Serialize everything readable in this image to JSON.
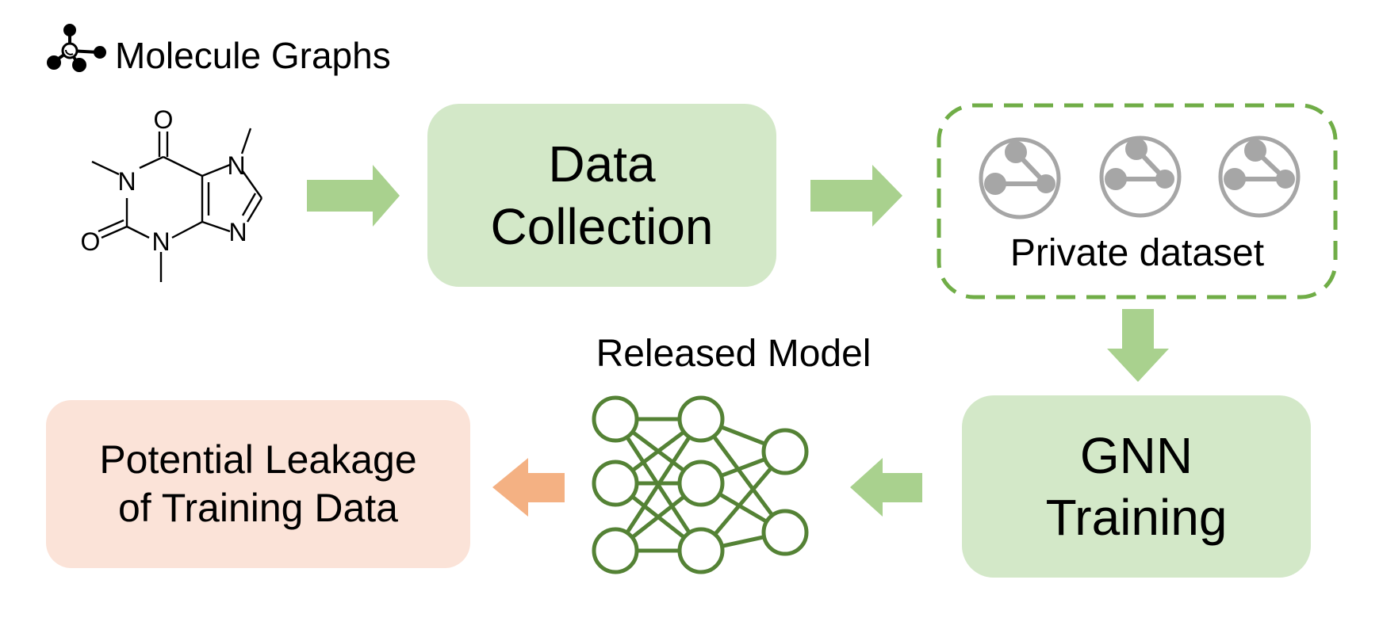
{
  "title": {
    "text": "Molecule Graphs",
    "icon": "molecule-icon"
  },
  "nodes": {
    "data_collection": {
      "line1": "Data",
      "line2": "Collection"
    },
    "private_dataset": {
      "label": "Private dataset",
      "icon": "graph-icon"
    },
    "gnn_training": {
      "line1": "GNN",
      "line2": "Training"
    },
    "released_model": {
      "label": "Released Model",
      "icon": "neural-network-icon"
    },
    "leakage": {
      "line1": "Potential Leakage",
      "line2": "of Training Data"
    }
  },
  "molecule": {
    "atoms": [
      "O",
      "N",
      "N",
      "O",
      "N",
      "N"
    ]
  },
  "colors": {
    "box_green": "#d3e8c8",
    "arrow_green": "#a9d18e",
    "dashed_green": "#70ad47",
    "network_green": "#548235",
    "box_orange": "#fbe3d8",
    "arrow_orange": "#f4b183",
    "graph_gray": "#a6a6a6"
  }
}
